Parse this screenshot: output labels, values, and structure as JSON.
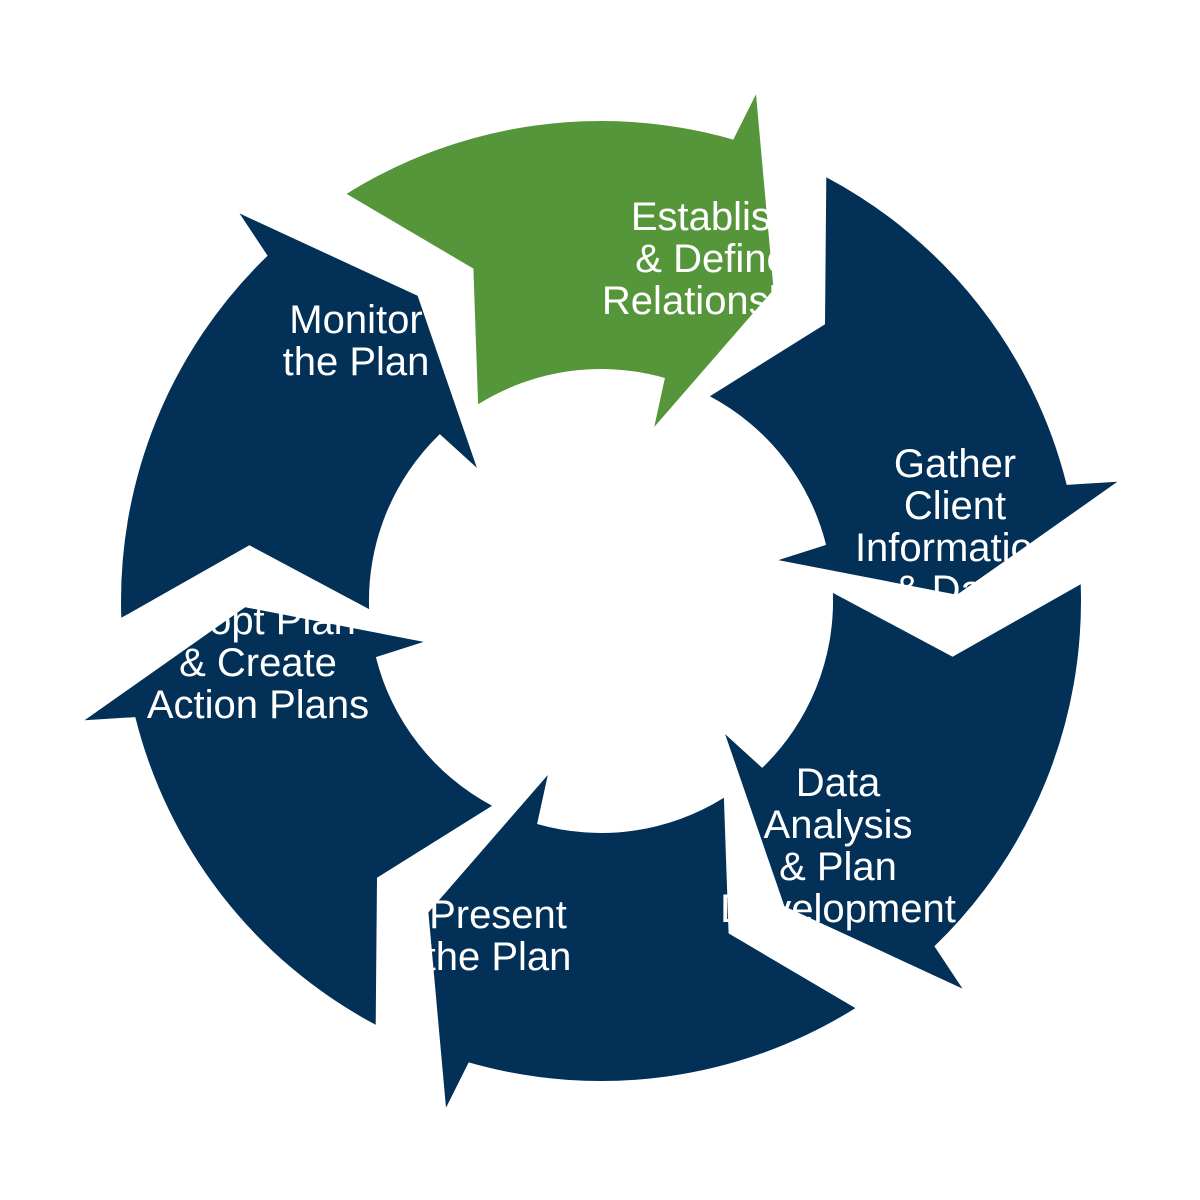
{
  "colors": {
    "primary": "#033057",
    "highlight": "#56963a",
    "text": "#ffffff",
    "background": "#ffffff"
  },
  "steps": [
    {
      "id": "establish",
      "lines": [
        "Establish",
        "& Define",
        "Relationship"
      ],
      "highlighted": true
    },
    {
      "id": "gather",
      "lines": [
        "Gather",
        "Client",
        "Information",
        "& Data"
      ],
      "highlighted": false
    },
    {
      "id": "analysis",
      "lines": [
        "Data",
        "Analysis",
        "& Plan",
        "Development"
      ],
      "highlighted": false
    },
    {
      "id": "present",
      "lines": [
        "Present",
        "the Plan"
      ],
      "highlighted": false
    },
    {
      "id": "adopt",
      "lines": [
        "Adopt Plan",
        "& Create",
        "Action Plans"
      ],
      "highlighted": false
    },
    {
      "id": "monitor",
      "lines": [
        "Monitor",
        "the Plan"
      ],
      "highlighted": false
    }
  ]
}
